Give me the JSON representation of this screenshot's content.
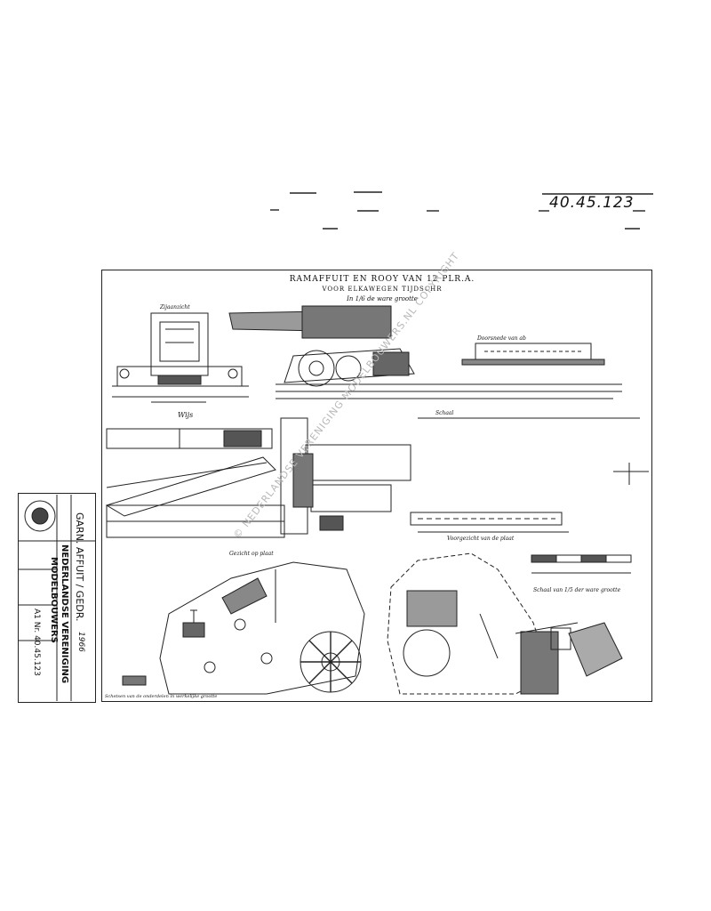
{
  "header": {
    "reference_number": "40.45.123"
  },
  "drawing": {
    "title": "RAMAFFUIT EN ROOY VAN 12 PLR.A.",
    "subtitle": "VOOR ELKAWEGEN TIJDSCHR",
    "scale": "In 1/6 de ware grootte",
    "labels": {
      "top_left_view": "Zijaanzicht",
      "side_view_caption": "Wijs",
      "right_detail": "Doorsnede van ab",
      "right_scale_caption": "Schaal",
      "bottom_caption_left": "Gezicht op plaat",
      "bottom_caption_right": "Voorgezicht van de plaat",
      "scale_bar_caption": "Schaal van 1/5 der ware grootte",
      "bottom_note": "Schetsen van de onderdelen in werkelijke grootte"
    }
  },
  "stamp": {
    "line1": "GARN. AFFUIT / GEDR.",
    "line2": "NEDERLANDSE VERENIGING",
    "line3": "MODELBOUWERS",
    "code": "A1  Nr. 40.45.123",
    "date": "1966"
  },
  "watermark": "© NEDERLANDSE VERENIGING MODELBOUWERS.NL COPYRIGHT"
}
